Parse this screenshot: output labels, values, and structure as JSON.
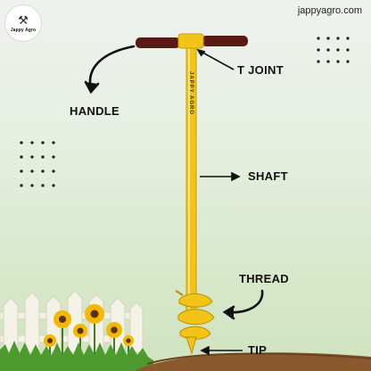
{
  "logo": {
    "icon": "tools-icon",
    "text": "Jappy Agro"
  },
  "website": "jappyagro.com",
  "labels": {
    "handle": "HANDLE",
    "t_joint": "T JOINT",
    "shaft": "SHAFT",
    "thread": "THREAD",
    "tip": "TIP"
  },
  "shaft_brand": "JAPPY AGRO",
  "colors": {
    "tool_yellow": "#f2c417",
    "grip": "#5a1a14",
    "soil": "#8a5a2e"
  }
}
